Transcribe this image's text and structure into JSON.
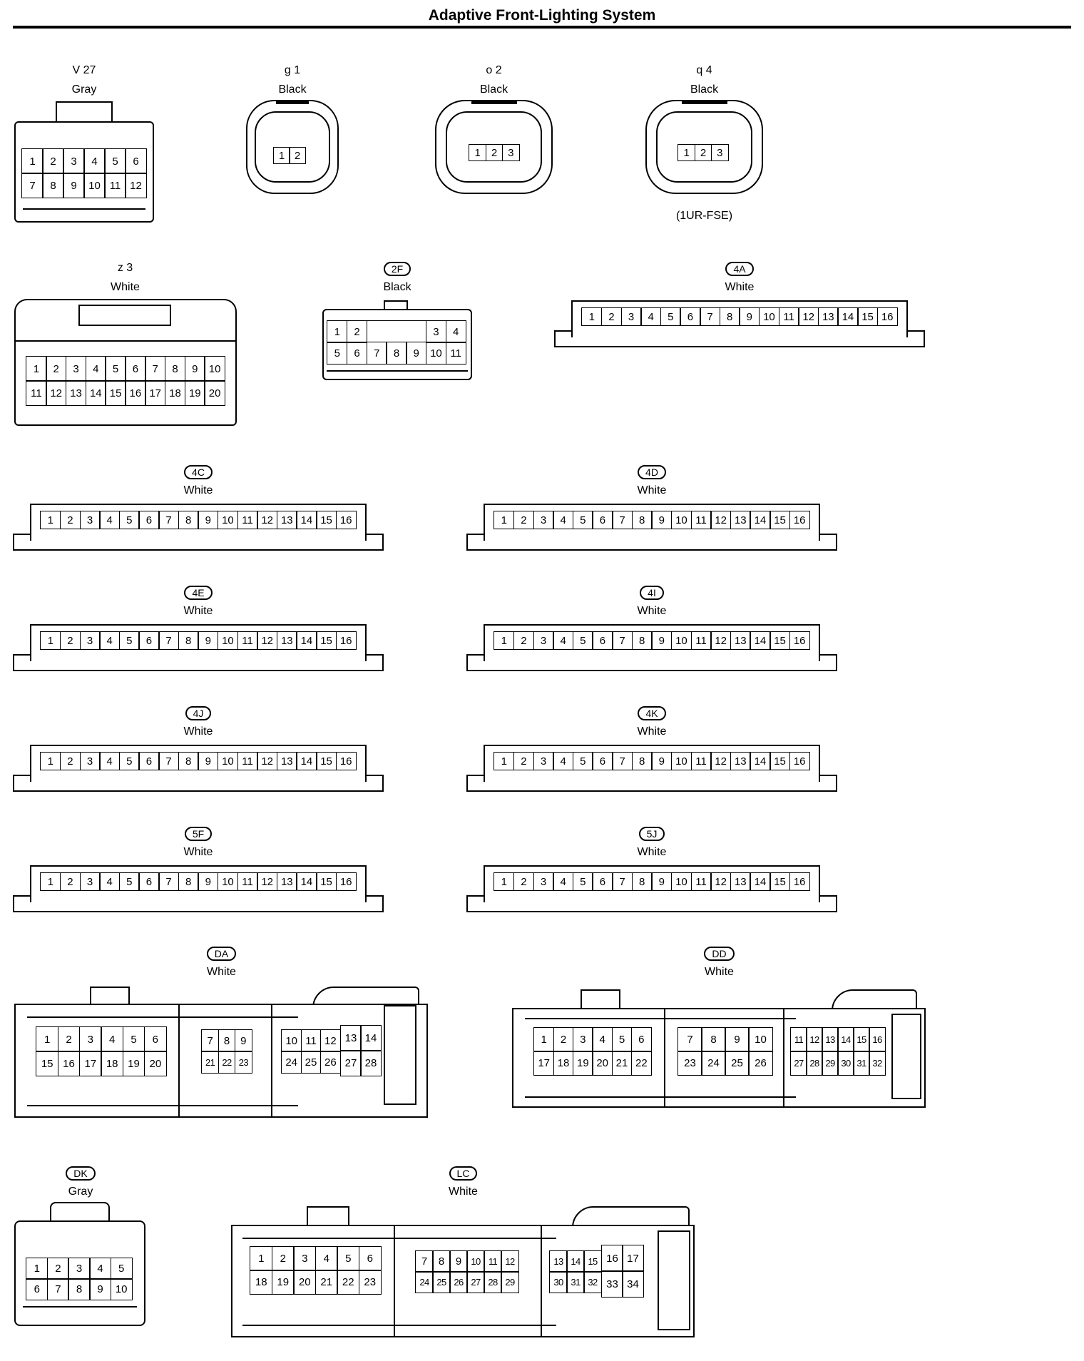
{
  "title": "Adaptive Front-Lighting System",
  "connectors": {
    "v27": {
      "code": "V 27",
      "color": "Gray",
      "rows": [
        [
          "1",
          "2",
          "3",
          "4",
          "5",
          "6"
        ],
        [
          "7",
          "8",
          "9",
          "10",
          "11",
          "12"
        ]
      ]
    },
    "g1": {
      "code": "g 1",
      "color": "Black",
      "rows": [
        [
          "1",
          "2"
        ]
      ]
    },
    "o2": {
      "code": "o 2",
      "color": "Black",
      "rows": [
        [
          "1",
          "2",
          "3"
        ]
      ]
    },
    "q4": {
      "code": "q 4",
      "color": "Black",
      "note": "(1UR-FSE)",
      "rows": [
        [
          "1",
          "2",
          "3"
        ]
      ]
    },
    "z3": {
      "code": "z 3",
      "color": "White",
      "rows": [
        [
          "1",
          "2",
          "3",
          "4",
          "5",
          "6",
          "7",
          "8",
          "9",
          "10"
        ],
        [
          "11",
          "12",
          "13",
          "14",
          "15",
          "16",
          "17",
          "18",
          "19",
          "20"
        ]
      ]
    },
    "c2f": {
      "code": "2F",
      "color": "Black",
      "rows": [
        [
          "1",
          "2",
          "",
          "",
          "",
          "3",
          "4"
        ],
        [
          "5",
          "6",
          "7",
          "8",
          "9",
          "10",
          "11"
        ]
      ]
    },
    "c4a": {
      "code": "4A",
      "color": "White",
      "rows": [
        [
          "1",
          "2",
          "3",
          "4",
          "5",
          "6",
          "7",
          "8",
          "9",
          "10",
          "11",
          "12",
          "13",
          "14",
          "15",
          "16"
        ]
      ]
    },
    "c4c": {
      "code": "4C",
      "color": "White",
      "rows": [
        [
          "1",
          "2",
          "3",
          "4",
          "5",
          "6",
          "7",
          "8",
          "9",
          "10",
          "11",
          "12",
          "13",
          "14",
          "15",
          "16"
        ]
      ]
    },
    "c4d": {
      "code": "4D",
      "color": "White",
      "rows": [
        [
          "1",
          "2",
          "3",
          "4",
          "5",
          "6",
          "7",
          "8",
          "9",
          "10",
          "11",
          "12",
          "13",
          "14",
          "15",
          "16"
        ]
      ]
    },
    "c4e": {
      "code": "4E",
      "color": "White",
      "rows": [
        [
          "1",
          "2",
          "3",
          "4",
          "5",
          "6",
          "7",
          "8",
          "9",
          "10",
          "11",
          "12",
          "13",
          "14",
          "15",
          "16"
        ]
      ]
    },
    "c4i": {
      "code": "4I",
      "color": "White",
      "rows": [
        [
          "1",
          "2",
          "3",
          "4",
          "5",
          "6",
          "7",
          "8",
          "9",
          "10",
          "11",
          "12",
          "13",
          "14",
          "15",
          "16"
        ]
      ]
    },
    "c4j": {
      "code": "4J",
      "color": "White",
      "rows": [
        [
          "1",
          "2",
          "3",
          "4",
          "5",
          "6",
          "7",
          "8",
          "9",
          "10",
          "11",
          "12",
          "13",
          "14",
          "15",
          "16"
        ]
      ]
    },
    "c4k": {
      "code": "4K",
      "color": "White",
      "rows": [
        [
          "1",
          "2",
          "3",
          "4",
          "5",
          "6",
          "7",
          "8",
          "9",
          "10",
          "11",
          "12",
          "13",
          "14",
          "15",
          "16"
        ]
      ]
    },
    "c5f": {
      "code": "5F",
      "color": "White",
      "rows": [
        [
          "1",
          "2",
          "3",
          "4",
          "5",
          "6",
          "7",
          "8",
          "9",
          "10",
          "11",
          "12",
          "13",
          "14",
          "15",
          "16"
        ]
      ]
    },
    "c5j": {
      "code": "5J",
      "color": "White",
      "rows": [
        [
          "1",
          "2",
          "3",
          "4",
          "5",
          "6",
          "7",
          "8",
          "9",
          "10",
          "11",
          "12",
          "13",
          "14",
          "15",
          "16"
        ]
      ]
    },
    "da": {
      "code": "DA",
      "color": "White",
      "left": [
        [
          "1",
          "2",
          "3",
          "4",
          "5",
          "6"
        ],
        [
          "15",
          "16",
          "17",
          "18",
          "19",
          "20"
        ]
      ],
      "mid": [
        [
          "7",
          "8",
          "9"
        ],
        [
          "21",
          "22",
          "23"
        ]
      ],
      "right": [
        [
          "10",
          "11",
          "12"
        ],
        [
          "24",
          "25",
          "26"
        ]
      ],
      "right2": [
        [
          "13",
          "14"
        ],
        [
          "27",
          "28"
        ]
      ]
    },
    "dd": {
      "code": "DD",
      "color": "White",
      "left": [
        [
          "1",
          "2",
          "3",
          "4",
          "5",
          "6"
        ],
        [
          "17",
          "18",
          "19",
          "20",
          "21",
          "22"
        ]
      ],
      "mid": [
        [
          "7",
          "8",
          "9",
          "10"
        ],
        [
          "23",
          "24",
          "25",
          "26"
        ]
      ],
      "right": [
        [
          "11",
          "12",
          "13",
          "14",
          "15",
          "16"
        ],
        [
          "27",
          "28",
          "29",
          "30",
          "31",
          "32"
        ]
      ]
    },
    "dk": {
      "code": "DK",
      "color": "Gray",
      "rows": [
        [
          "1",
          "2",
          "3",
          "4",
          "5"
        ],
        [
          "6",
          "7",
          "8",
          "9",
          "10"
        ]
      ]
    },
    "lc": {
      "code": "LC",
      "color": "White",
      "left": [
        [
          "1",
          "2",
          "3",
          "4",
          "5",
          "6"
        ],
        [
          "18",
          "19",
          "20",
          "21",
          "22",
          "23"
        ]
      ],
      "mid": [
        [
          "7",
          "8",
          "9",
          "10",
          "11",
          "12"
        ],
        [
          "24",
          "25",
          "26",
          "27",
          "28",
          "29"
        ]
      ],
      "right": [
        [
          "13",
          "14",
          "15"
        ],
        [
          "30",
          "31",
          "32"
        ]
      ],
      "right2": [
        [
          "16",
          "17"
        ],
        [
          "33",
          "34"
        ]
      ]
    }
  }
}
